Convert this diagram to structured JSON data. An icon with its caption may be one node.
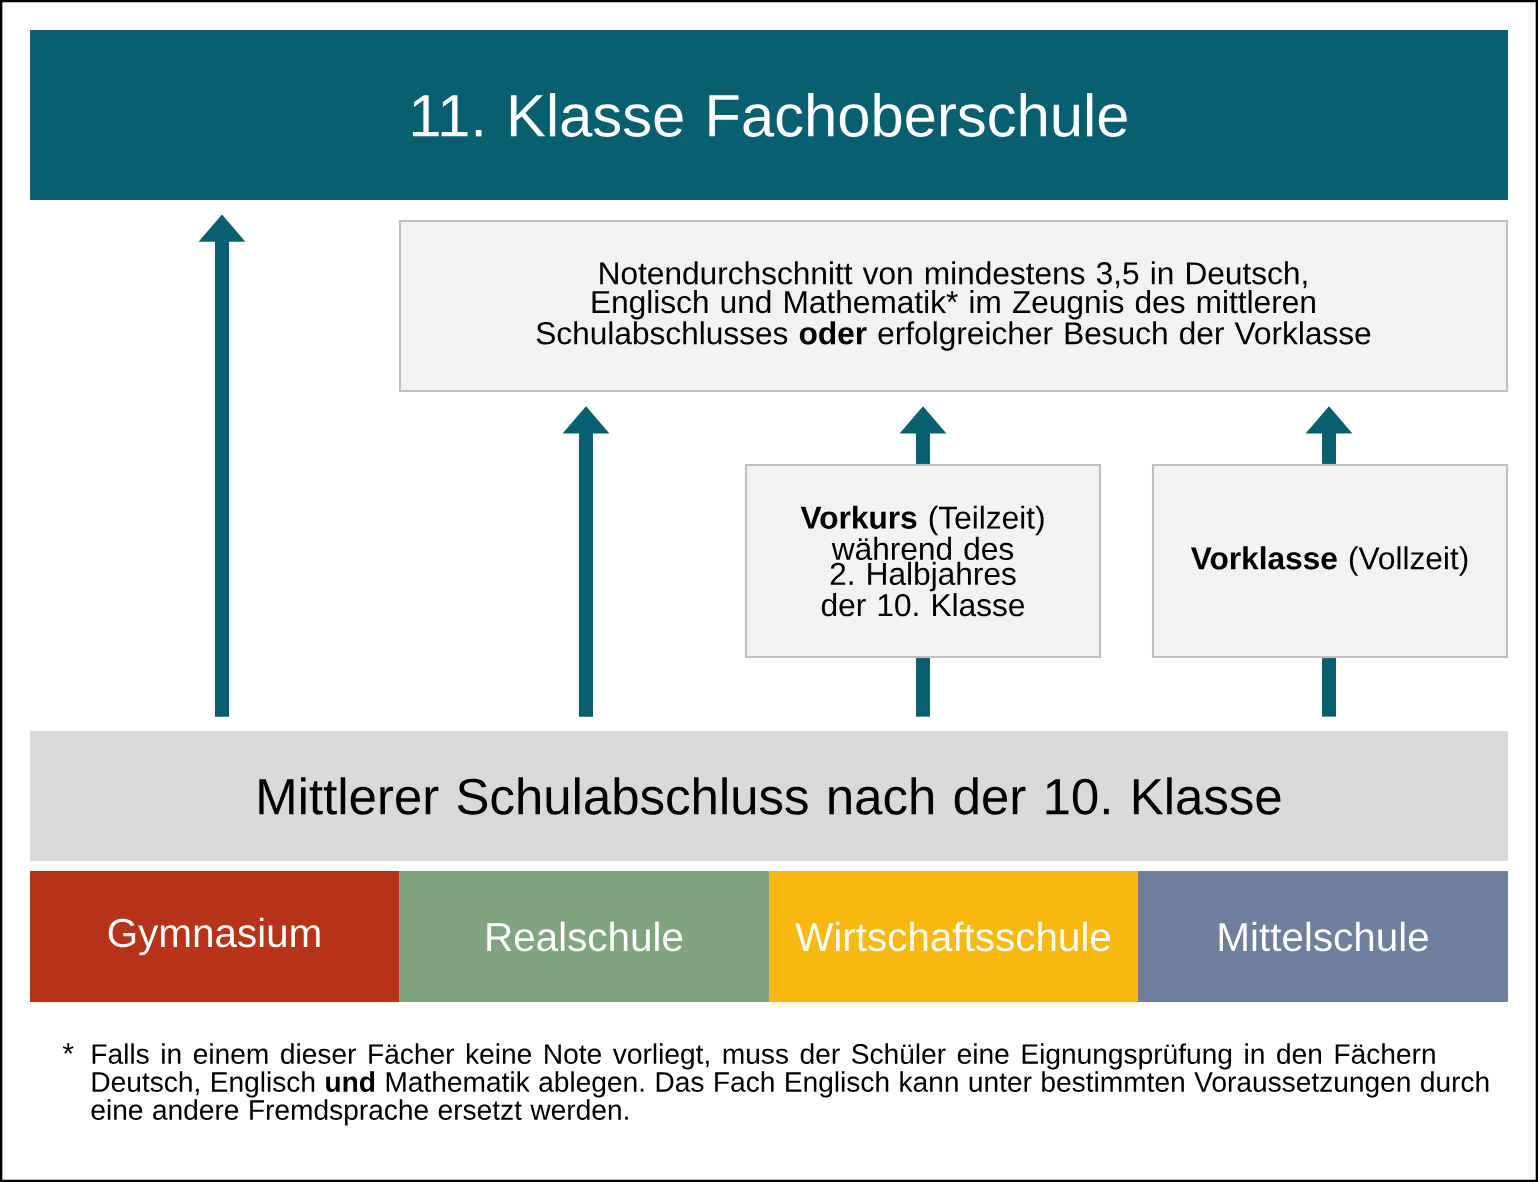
{
  "diagram": {
    "nodes": [
      {
        "text": [
          "11. Klasse Fachoberschule"
        ]
      },
      {
        "text": [
          "Notendurchschnitt von mindestens 3,5 in Deutsch, Englisch und Mathematik* im Zeugnis des mittleren Schulabschlusses **oder** erfolgreicher Besuch der Vorklasse"
        ]
      },
      {
        "text": [
          "**Vorkurs** (Teilzeit) während des 2. Halbjahres der 10. Klasse"
        ]
      },
      {
        "text": [
          "**Vorklasse** (Vollzeit)"
        ]
      },
      {
        "text": [
          "Mittlerer Schulabschluss nach der 10. Klasse"
        ]
      },
      {
        "text": [
          "Gymnasium"
        ]
      },
      {
        "text": [
          "Realschule"
        ]
      },
      {
        "text": [
          "Wirtschaftsschule"
        ]
      },
      {
        "text": [
          "Mittelschule"
        ]
      }
    ],
    "edges": [
      {
        "from": 4,
        "to": 0,
        "arrow": "to"
      },
      {
        "from": 4,
        "to": 1,
        "arrow": "to"
      },
      {
        "from": 4,
        "to": 2,
        "arrow": "none"
      },
      {
        "from": 2,
        "to": 1,
        "arrow": "to"
      },
      {
        "from": 4,
        "to": 3,
        "arrow": "none"
      },
      {
        "from": 3,
        "to": 1,
        "arrow": "to"
      }
    ],
    "labels": [
      "*",
      "Falls in einem dieser Fächer keine Note vorliegt, muss der Schüler eine Eignungsprüfung in den Fächern Deutsch, Englisch **und** Mathematik ablegen. Das Fach Englisch kann unter bestimmten Voraussetzungen durch eine andere Fremdsprache ersetzt werden."
    ]
  }
}
